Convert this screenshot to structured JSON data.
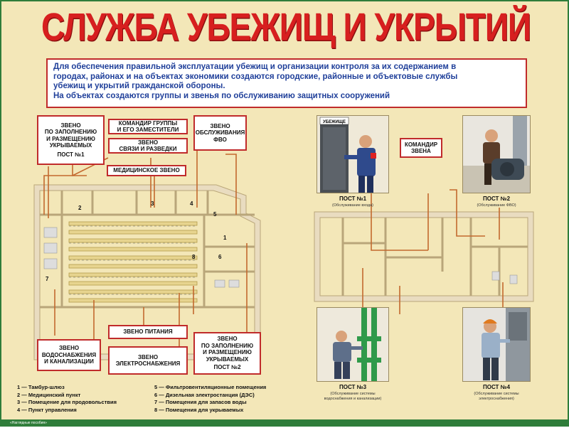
{
  "title": "СЛУЖБА УБЕЖИЩ И УКРЫТИЙ",
  "intro": {
    "line1": "Для обеспечения правильной эксплуатации убежищ и организации контроля за их содержанием в",
    "line2": "городах, районах и на объектах экономики создаются городские, районные и объектовые службы",
    "line3": "убежищ и укрытий гражданской обороны.",
    "line4": "На объектах создаются группы и звенья по обслуживанию защитных сооружений"
  },
  "boxes": {
    "zveno_fill_1": {
      "l1": "ЗВЕНО",
      "l2": "ПО ЗАПОЛНЕНИЮ",
      "l3": "И РАЗМЕЩЕНИЮ",
      "l4": "УКРЫВАЕМЫХ",
      "l5": "ПОСТ №1"
    },
    "commander_group": {
      "l1": "КОМАНДИР ГРУППЫ",
      "l2": "И ЕГО ЗАМЕСТИТЕЛИ"
    },
    "zveno_svyazi": {
      "l1": "ЗВЕНО",
      "l2": "СВЯЗИ И РАЗВЕДКИ"
    },
    "zveno_fvo": {
      "l1": "ЗВЕНО",
      "l2": "ОБСЛУЖИВАНИЯ",
      "l3": "ФВО"
    },
    "medical": {
      "l1": "МЕДИЦИНСКОЕ ЗВЕНО"
    },
    "pitanie": {
      "l1": "ЗВЕНО ПИТАНИЯ"
    },
    "electro": {
      "l1": "ЗВЕНО",
      "l2": "ЭЛЕКТРОСНАБЖЕНИЯ"
    },
    "water": {
      "l1": "ЗВЕНО",
      "l2": "ВОДОСНАБЖЕНИЯ",
      "l3": "И КАНАЛИЗАЦИИ"
    },
    "zveno_fill_2": {
      "l1": "ЗВЕНО",
      "l2": "ПО ЗАПОЛНЕНИЮ",
      "l3": "И РАЗМЕЩЕНИЮ",
      "l4": "УКРЫВАЕМЫХ",
      "l5": "ПОСТ №2"
    },
    "commander_zveno": {
      "l1": "КОМАНДИР",
      "l2": "ЗВЕНА"
    }
  },
  "plan_numbers": [
    "1",
    "2",
    "3",
    "4",
    "5",
    "6",
    "7",
    "8"
  ],
  "posts": {
    "p1": {
      "label": "ПОСТ №1",
      "sub": "(Обслуживание входа)"
    },
    "p2": {
      "label": "ПОСТ №2",
      "sub": "(Обслуживание ФВО)"
    },
    "p3": {
      "label": "ПОСТ №3",
      "sub1": "(Обслуживание системы",
      "sub2": "водоснабжения и канализации)"
    },
    "p4": {
      "label": "ПОСТ №4",
      "sub1": "(Обслуживание системы",
      "sub2": "электроснабжения)"
    },
    "door_sign": "УБЕЖИЩЕ"
  },
  "legend": {
    "left": [
      "1 — Тамбур-шлюз",
      "2 — Медицинский пункт",
      "3 — Помещение для продовольствия",
      "4 — Пункт управления"
    ],
    "right": [
      "5 — Фильтровентиляционные помещения",
      "6 — Дизельная электростанция (ДЭС)",
      "7 — Помещения для запасов воды",
      "8 — Помещения для укрываемых"
    ]
  },
  "footer": "«Наглядные пособия»",
  "colors": {
    "title_red": "#d71f1f",
    "intro_blue": "#1f3f9a",
    "box_border": "#c02b2b",
    "poster_bg": "#f3e7b8",
    "plan_line": "#c3692e",
    "wall": "#e9dcc0"
  }
}
